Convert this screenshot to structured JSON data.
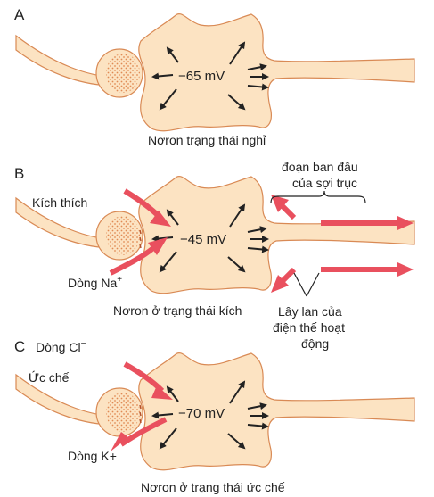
{
  "colors": {
    "neuron_fill": "#fce3c2",
    "neuron_stroke": "#d98a55",
    "terminal_dots": "#e08a55",
    "flow_arrow": "#e9505e",
    "field_arrow": "#222222"
  },
  "panels": [
    {
      "letter": "A",
      "voltage": "−65 mV",
      "caption": "Nơron trạng thái nghỉ"
    },
    {
      "letter": "B",
      "voltage": "−45 mV",
      "caption": "Nơron ở trạng thái kích",
      "stimulus_label": "Kích thích",
      "ion_label": "Dòng Na",
      "ion_sup": "+",
      "initial_segment_label": [
        "đoạn ban đầu",
        "của sợi trục"
      ],
      "propagation_label": [
        "Lây lan của",
        "điện thế hoạt",
        "động"
      ]
    },
    {
      "letter": "C",
      "voltage": "−70 mV",
      "caption": "Nơron ở trạng thái ức chế",
      "ion_in_label": "Dòng Cl",
      "ion_in_sup": "−",
      "inhibition_label": "Ức chế",
      "ion_out_label": "Dòng K+"
    }
  ]
}
